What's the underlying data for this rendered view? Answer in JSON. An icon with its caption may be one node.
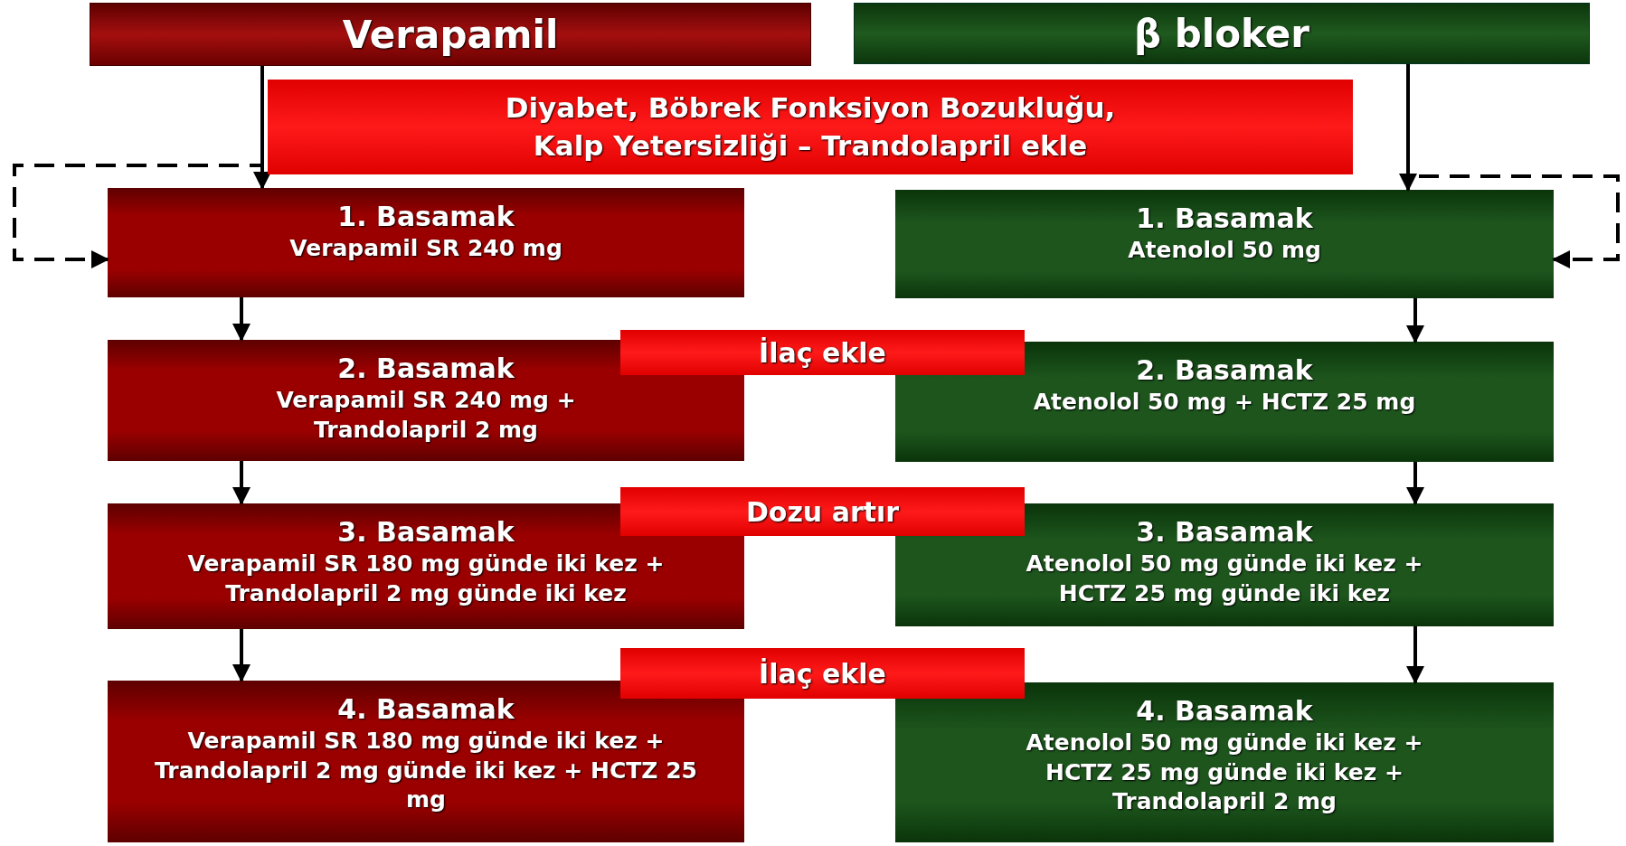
{
  "diagram": {
    "nodes": [
      {
        "text": [
          "Verapamil"
        ]
      },
      {
        "text": [
          "β bloker"
        ]
      },
      {
        "text": [
          "Diyabet, Böbrek Fonksiyon Bozukluğu, Kalp Yetersizliği – Trandolapril ekle"
        ]
      },
      {
        "text": [
          "1. Basamak",
          "Verapamil SR 240 mg"
        ]
      },
      {
        "text": [
          "1. Basamak",
          "Atenolol 50 mg"
        ]
      },
      {
        "text": [
          "2. Basamak",
          "Verapamil SR 240 mg + Trandolapril 2 mg"
        ]
      },
      {
        "text": [
          "İlaç ekle"
        ]
      },
      {
        "text": [
          "2. Basamak",
          "Atenolol 50 mg + HCTZ 25 mg"
        ]
      },
      {
        "text": [
          "3. Basamak",
          "Verapamil SR 180 mg günde iki kez + Trandolapril 2 mg günde iki kez"
        ]
      },
      {
        "text": [
          "Dozu artır"
        ]
      },
      {
        "text": [
          "3. Basamak",
          "Atenolol 50 mg günde iki kez + HCTZ 25 mg günde iki kez"
        ]
      },
      {
        "text": [
          "4. Basamak",
          "Verapamil SR 180 mg günde iki kez + Trandolapril 2 mg günde iki kez + HCTZ 25 mg"
        ]
      },
      {
        "text": [
          "İlaç ekle"
        ]
      },
      {
        "text": [
          "4. Basamak",
          "Atenolol 50 mg günde iki kez + HCTZ 25 mg günde iki kez + Trandolapril 2 mg"
        ]
      }
    ],
    "edges": [
      {
        "from": 0,
        "to": 3,
        "arrow": "to"
      },
      {
        "from": 1,
        "to": 4,
        "arrow": "to"
      },
      {
        "from": 0,
        "to": 3,
        "arrow": "to",
        "style": "dashed"
      },
      {
        "from": 1,
        "to": 4,
        "arrow": "to",
        "style": "dashed"
      },
      {
        "from": 3,
        "to": 5,
        "arrow": "to"
      },
      {
        "from": 5,
        "to": 8,
        "arrow": "to"
      },
      {
        "from": 8,
        "to": 11,
        "arrow": "to"
      },
      {
        "from": 4,
        "to": 7,
        "arrow": "to"
      },
      {
        "from": 7,
        "to": 10,
        "arrow": "to"
      },
      {
        "from": 10,
        "to": 13,
        "arrow": "to"
      }
    ]
  }
}
